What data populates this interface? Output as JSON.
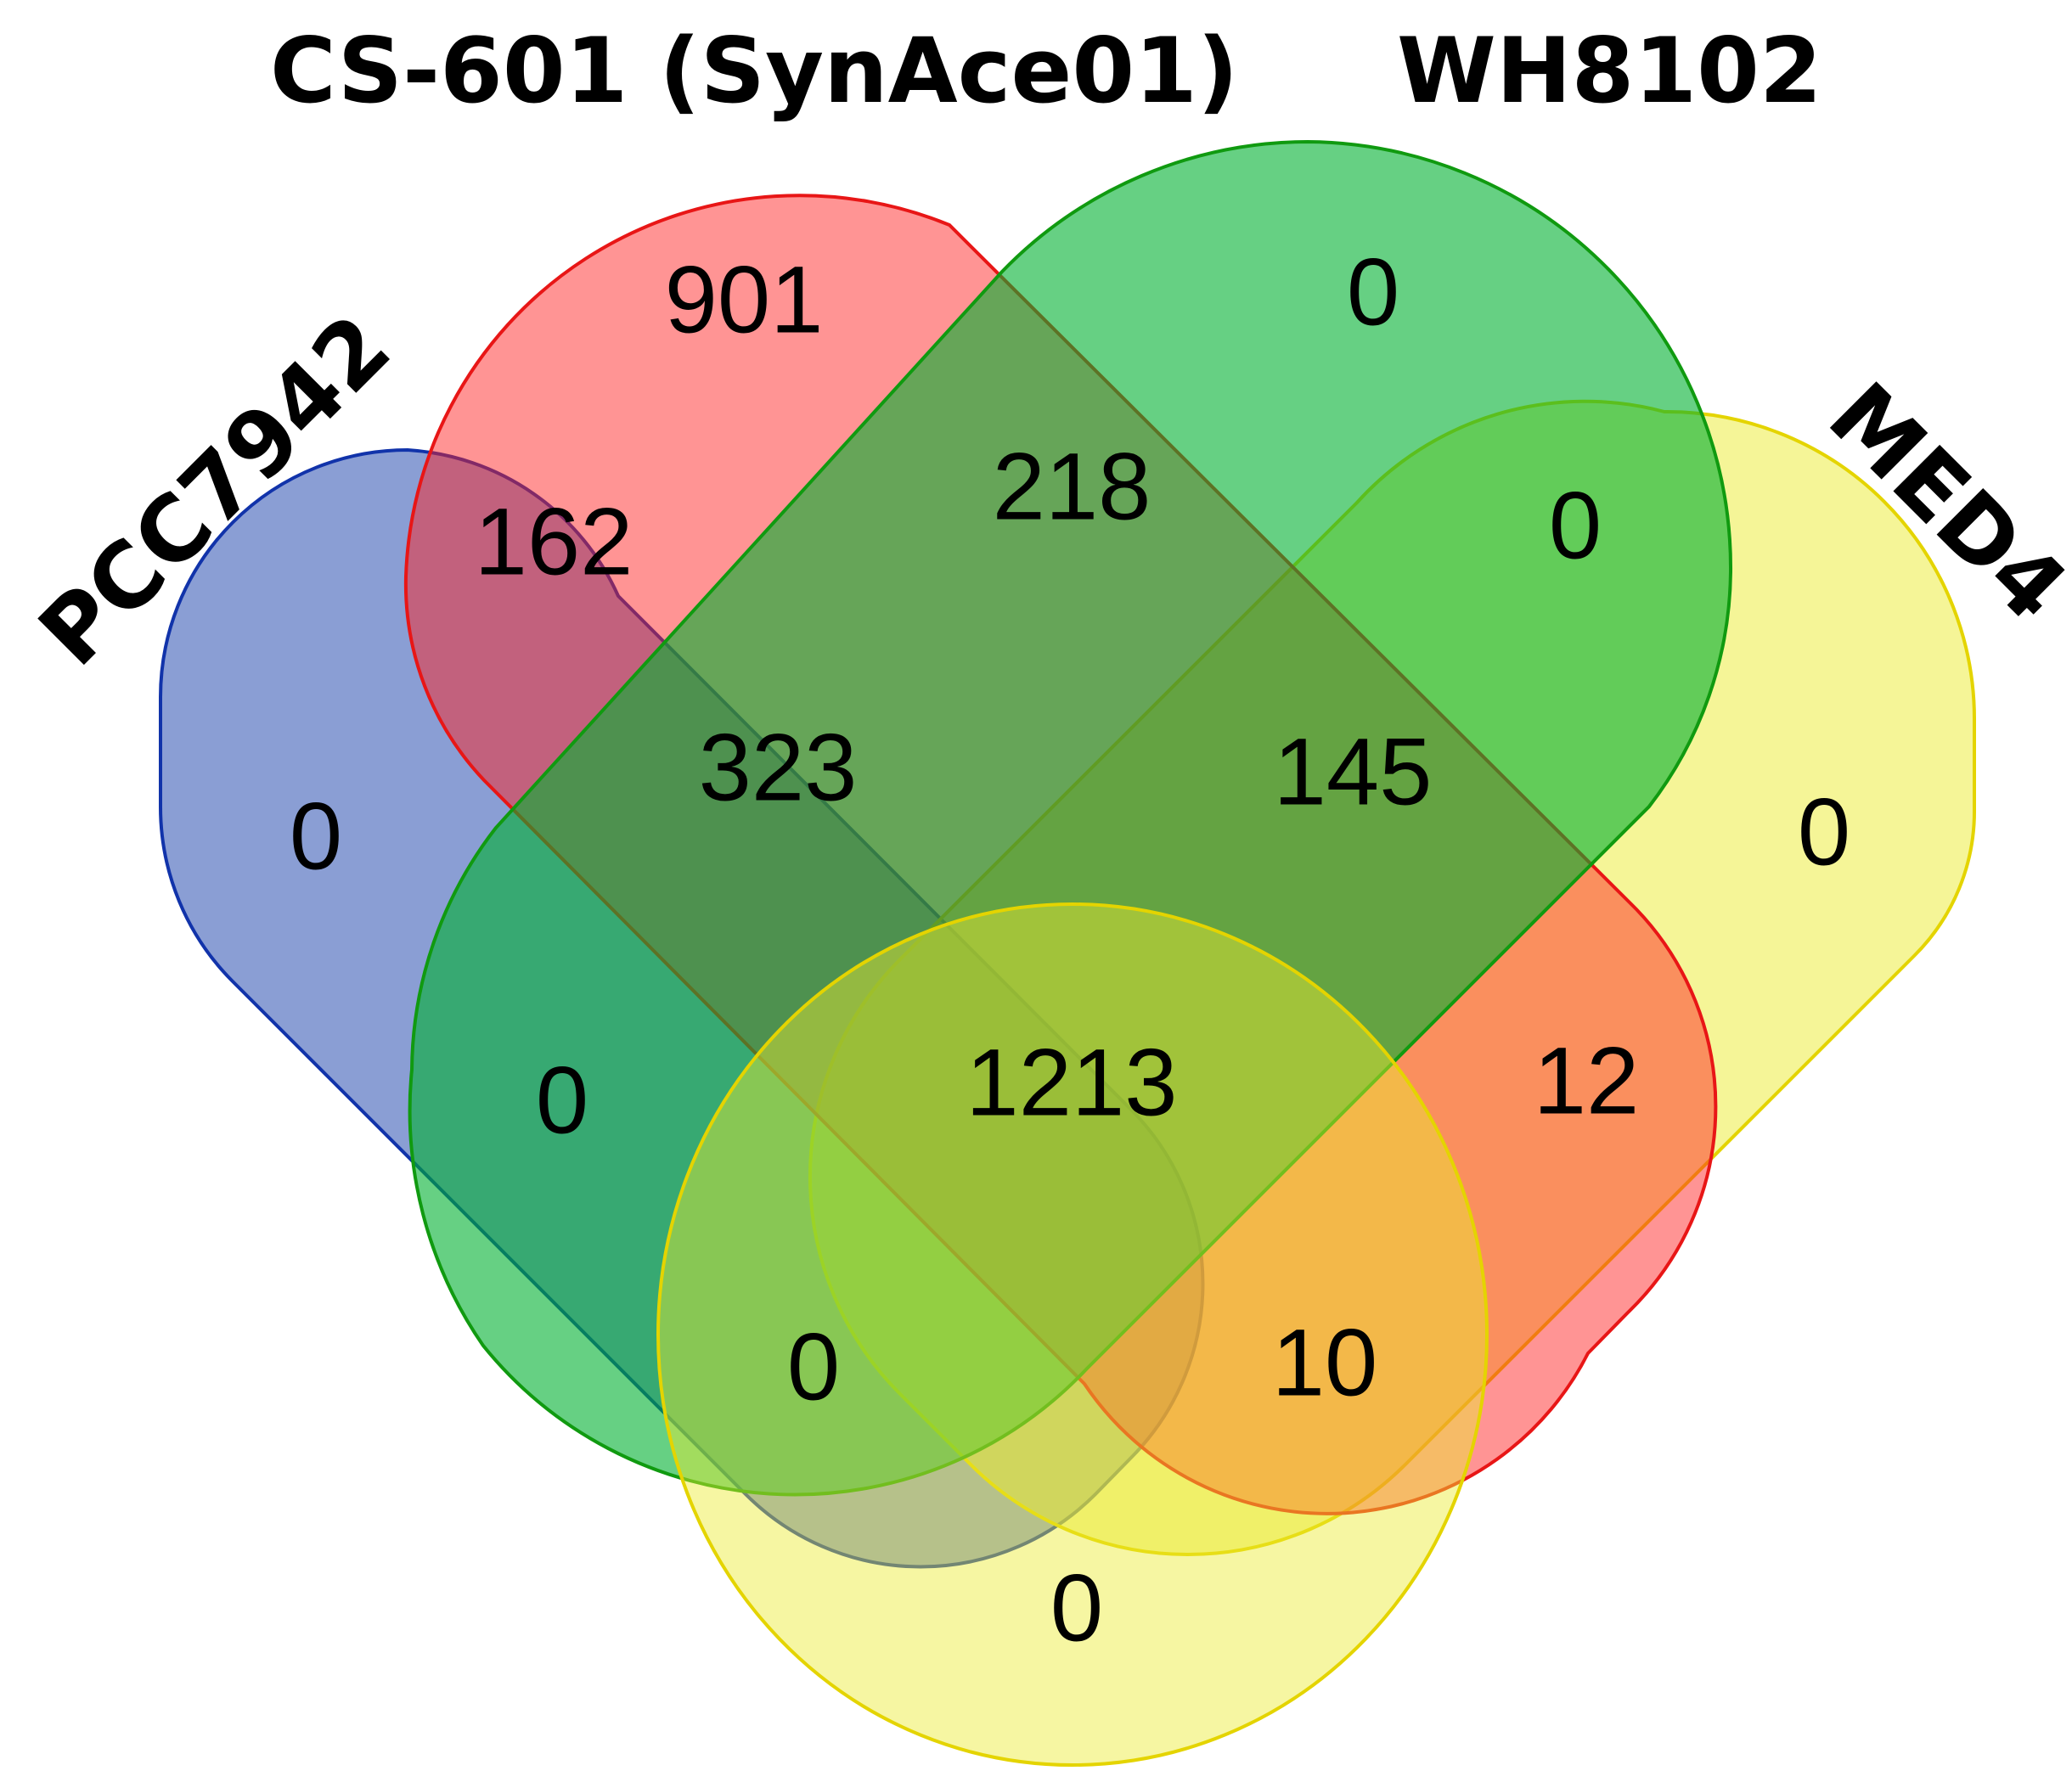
{
  "diagram": {
    "type": "venn-4-set",
    "sets": [
      {
        "id": "pcc",
        "label": "PCC7942",
        "fill": "#2a4fb0",
        "stroke": "#1133aa"
      },
      {
        "id": "cs",
        "label": "CS-601 (SynAce01)",
        "fill": "#ff2020",
        "stroke": "#e81616"
      },
      {
        "id": "wh",
        "label": "WH8102",
        "fill": "#00b030",
        "stroke": "#109a10"
      },
      {
        "id": "med",
        "label": "MED4",
        "fill": "#ecec30",
        "stroke": "#e4d400"
      }
    ],
    "regions": [
      {
        "sets": [
          "cs"
        ],
        "count": "901"
      },
      {
        "sets": [
          "wh"
        ],
        "count": "0"
      },
      {
        "sets": [
          "pcc"
        ],
        "count": "0"
      },
      {
        "sets": [
          "med"
        ],
        "count": "0"
      },
      {
        "sets": [
          "pcc",
          "cs"
        ],
        "count": "162"
      },
      {
        "sets": [
          "cs",
          "wh"
        ],
        "count": "218"
      },
      {
        "sets": [
          "wh",
          "med"
        ],
        "count": "0"
      },
      {
        "sets": [
          "pcc",
          "cs",
          "wh"
        ],
        "count": "323"
      },
      {
        "sets": [
          "cs",
          "wh",
          "med"
        ],
        "count": "145"
      },
      {
        "sets": [
          "pcc",
          "wh"
        ],
        "count": "0"
      },
      {
        "sets": [
          "pcc",
          "cs",
          "wh",
          "med"
        ],
        "count": "1213"
      },
      {
        "sets": [
          "cs",
          "med"
        ],
        "count": "12"
      },
      {
        "sets": [
          "pcc",
          "wh",
          "med"
        ],
        "count": "0"
      },
      {
        "sets": [
          "pcc",
          "cs",
          "med"
        ],
        "count": "10"
      },
      {
        "sets": [
          "pcc",
          "med"
        ],
        "count": "0"
      }
    ]
  }
}
